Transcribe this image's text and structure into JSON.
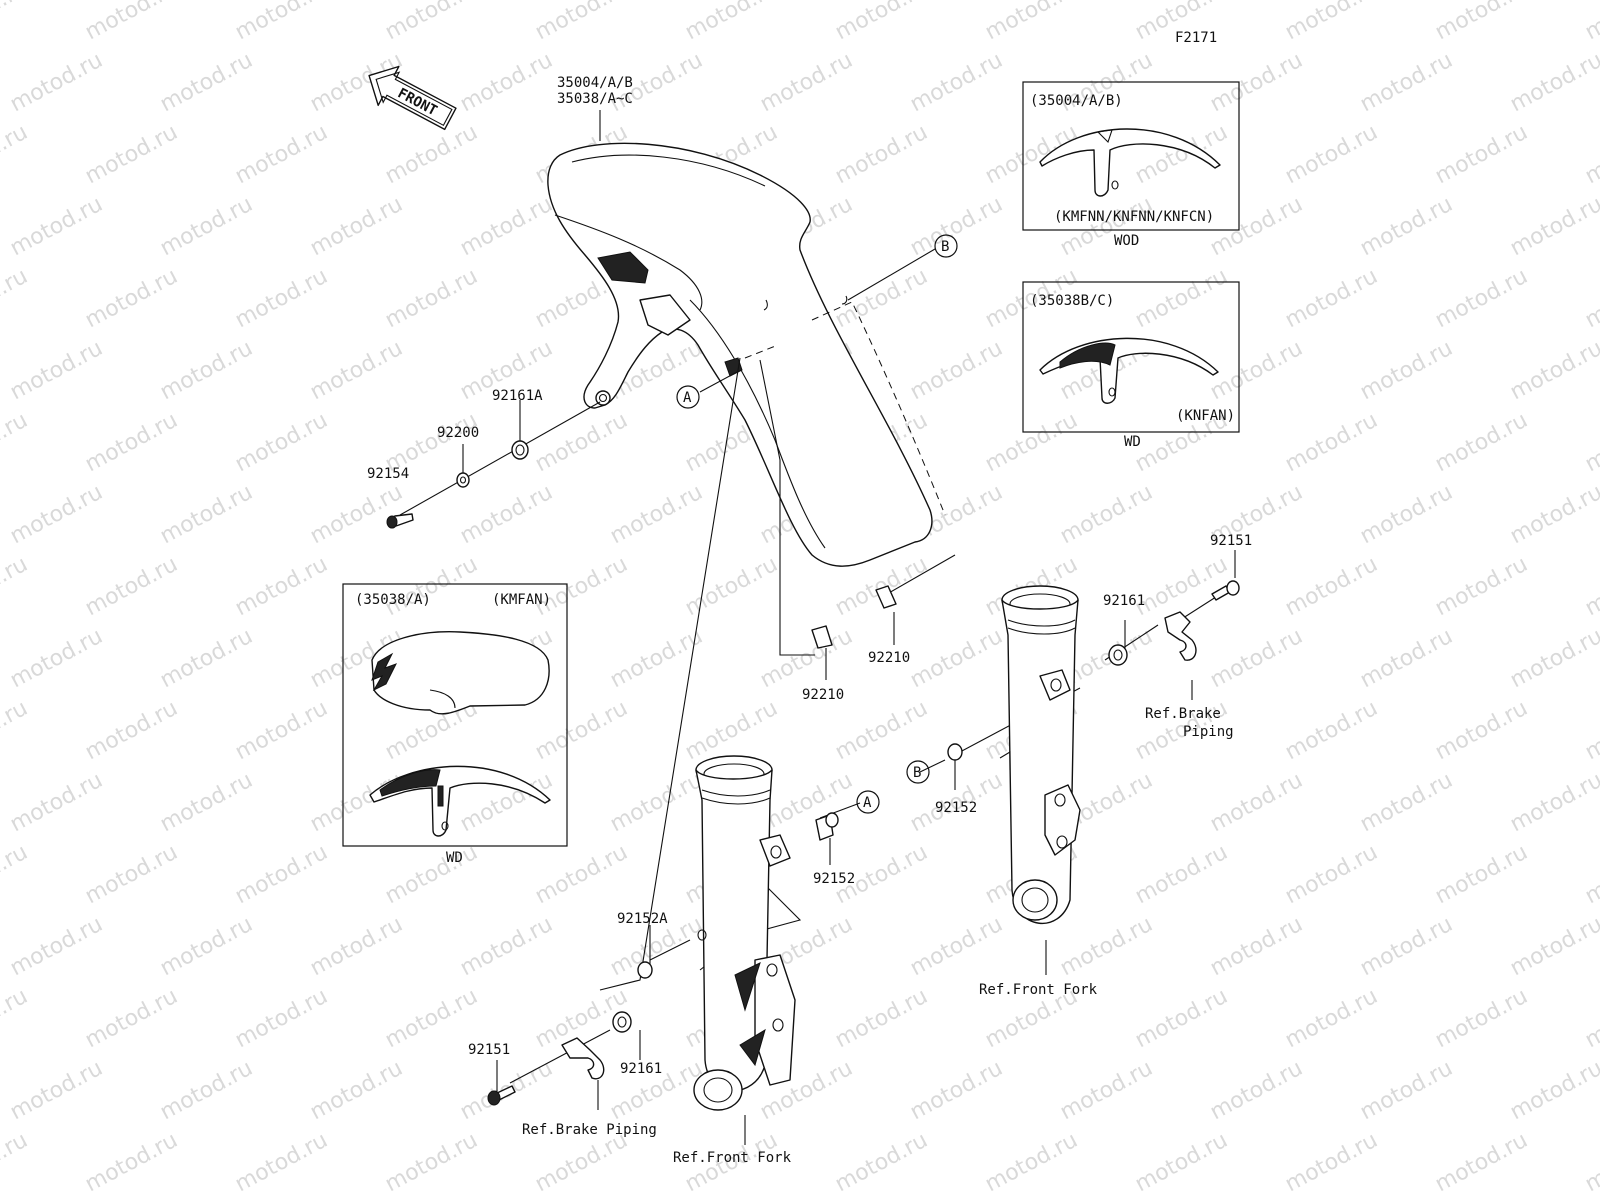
{
  "watermark": "motod.ru",
  "figure_id": "F2171",
  "front_arrow": "FRONT",
  "callouts": {
    "A": "A",
    "B": "B"
  },
  "part_labels": {
    "fender_1": "35004/A/B",
    "fender_2": "35038/A~C",
    "p92161A": "92161A",
    "p92200": "92200",
    "p92154": "92154",
    "p92210_left": "92210",
    "p92210_right": "92210",
    "p92151_right": "92151",
    "p92161_right": "92161",
    "p92152_right": "92152",
    "p92152_left": "92152",
    "p92152A": "92152A",
    "p92161_left": "92161",
    "p92151_left": "92151"
  },
  "refs": {
    "brake_piping_right_1": "Ref.Brake",
    "brake_piping_right_2": "Piping",
    "brake_piping_left": "Ref.Brake Piping",
    "front_fork_right": "Ref.Front Fork",
    "front_fork_left": "Ref.Front Fork"
  },
  "insets": {
    "wod": {
      "title": "(35004/A/B)",
      "models": "(KMFNN/KNFNN/KNFCN)",
      "caption": "WOD"
    },
    "wd_b": {
      "title": "(35038B/C)",
      "models": "(KNFAN)",
      "caption": "WD"
    },
    "wd_a": {
      "title": "(35038/A)",
      "models": "(KMFAN)",
      "caption": "WD"
    }
  }
}
